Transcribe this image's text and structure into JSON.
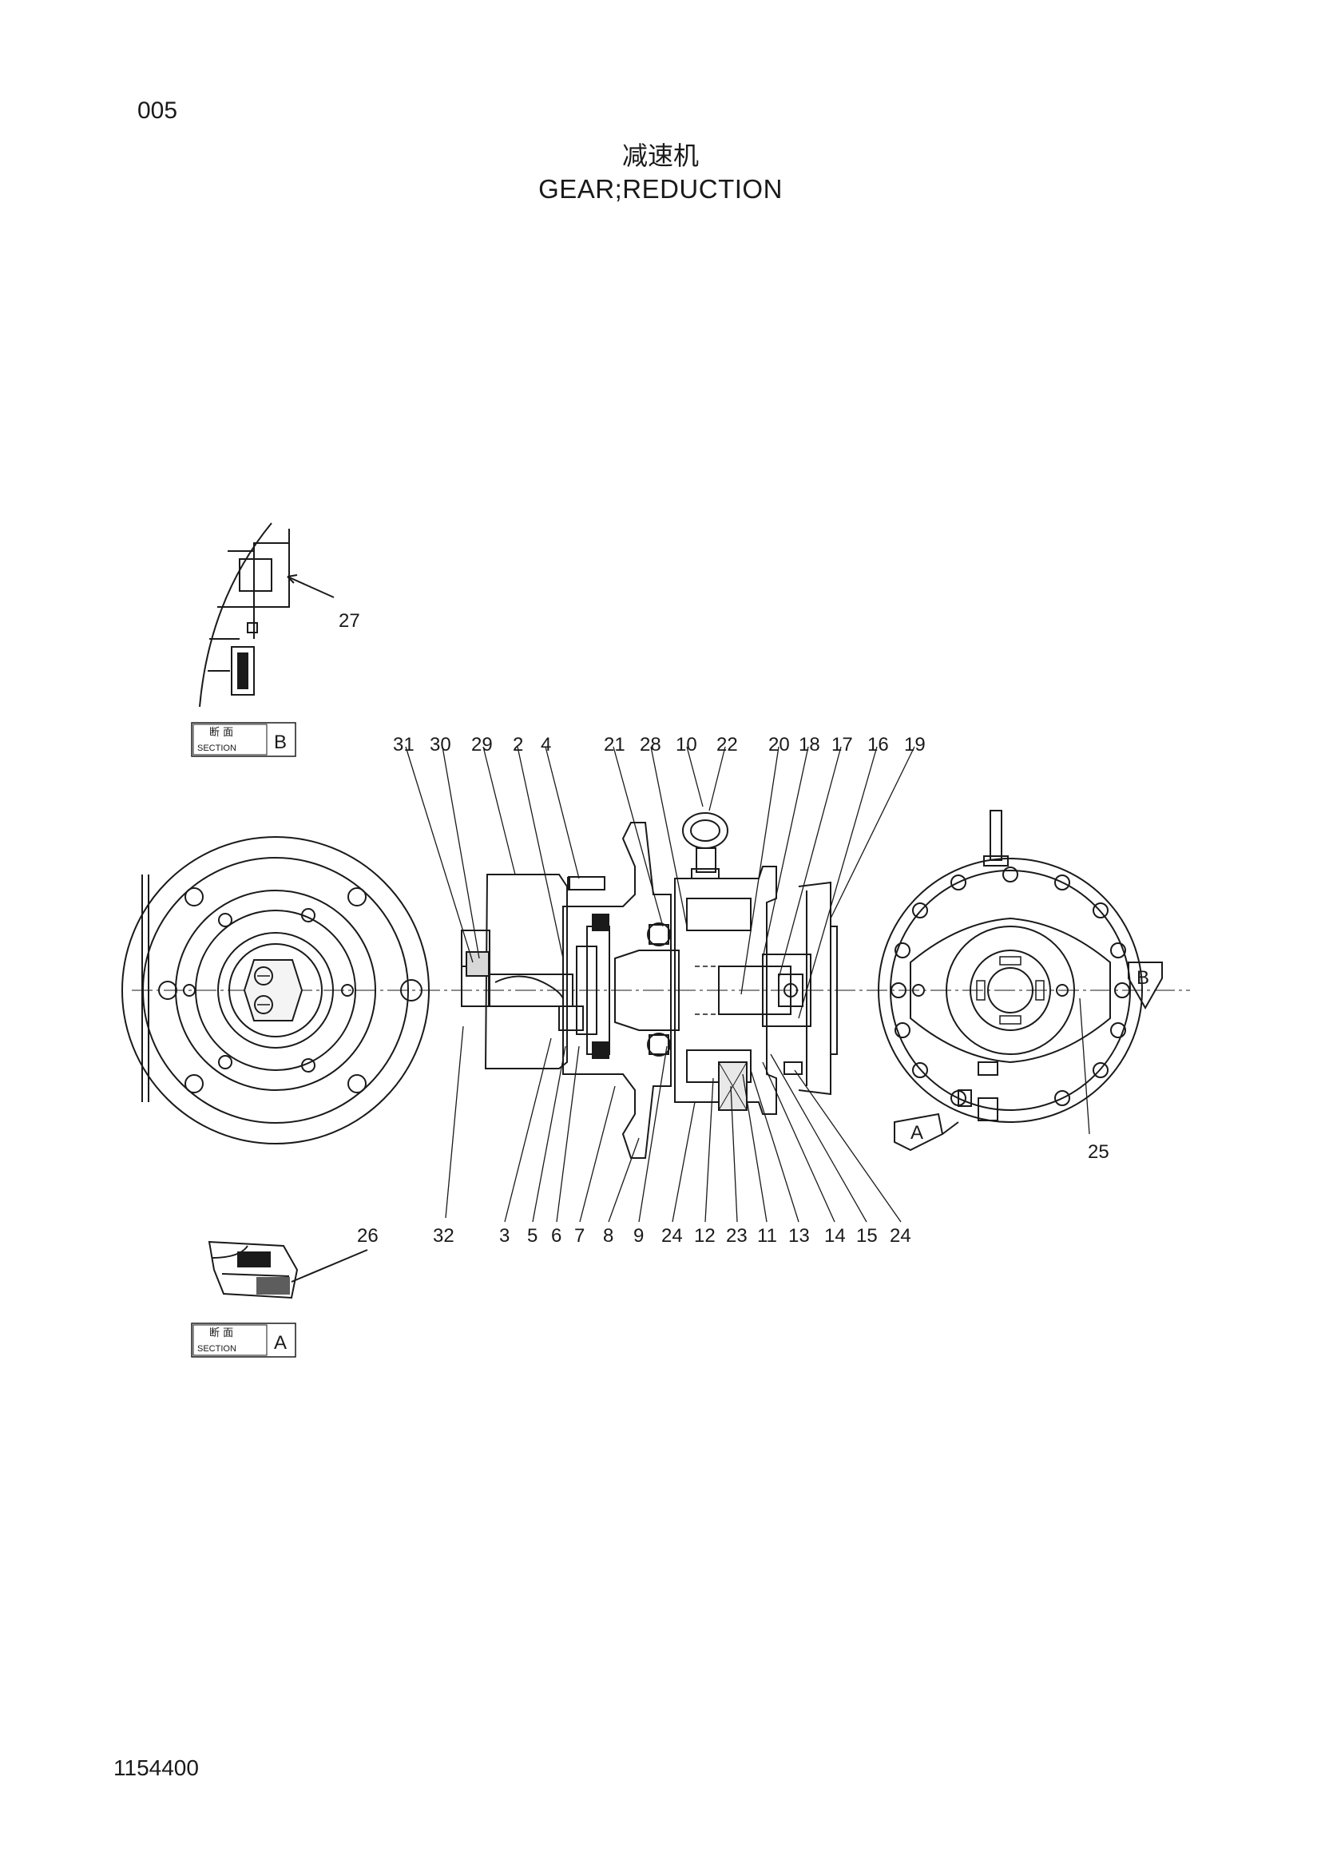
{
  "page_number": "005",
  "title_cn": "减速机",
  "title_en": "GEAR;REDUCTION",
  "doc_number": "1154400",
  "section_b": {
    "cn": "断  面",
    "en": "SECTION",
    "letter": "B"
  },
  "section_a": {
    "cn": "断  面",
    "en": "SECTION",
    "letter": "A"
  },
  "view_a_label": "A",
  "view_b_label": "B",
  "callouts_top": [
    "31",
    "30",
    "29",
    "2",
    "4",
    "21",
    "28",
    "10",
    "22",
    "20",
    "18",
    "17",
    "16",
    "19"
  ],
  "callouts_bottom": [
    "3",
    "5",
    "6",
    "7",
    "8",
    "9",
    "24",
    "12",
    "23",
    "11",
    "13",
    "14",
    "15",
    "24"
  ],
  "callouts_other": [
    "27",
    "26",
    "32",
    "25"
  ]
}
